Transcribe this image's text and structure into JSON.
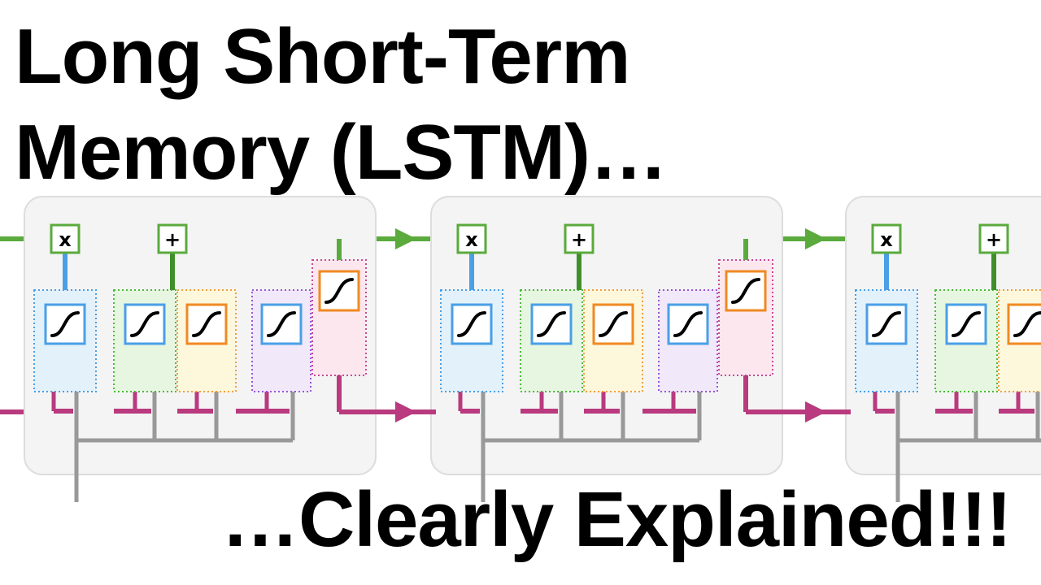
{
  "title": {
    "line1": "Long Short-Term",
    "line2": "Memory (LSTM)…"
  },
  "subtitle": "…Clearly Explained!!!",
  "diagram": {
    "ops": {
      "multiply": "x",
      "add": "+"
    },
    "colors": {
      "long_term_memory": "#5aaa3c",
      "short_term_memory": "#b93a7e",
      "input": "#999999",
      "forget_gate": "#4a9fe6",
      "input_gate_sigmoid": "#3f8f2a",
      "unit_panel": "#f4f4f4"
    }
  }
}
